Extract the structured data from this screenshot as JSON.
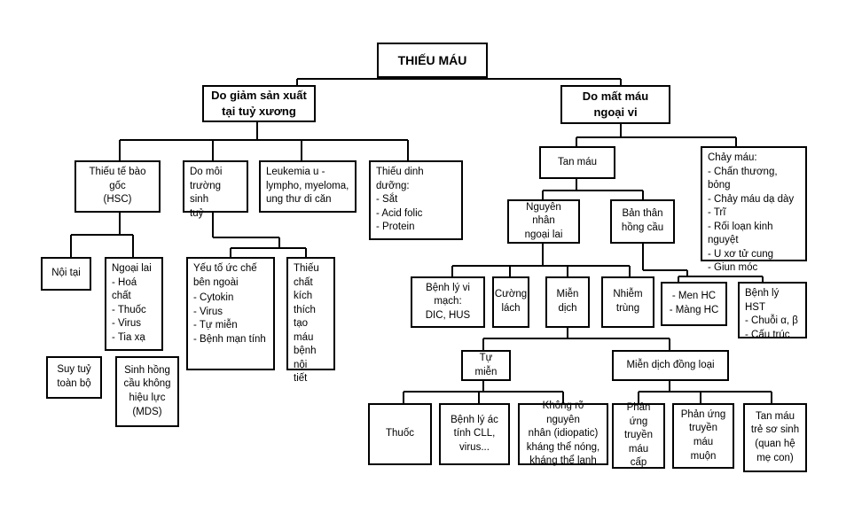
{
  "root": "THIẾU MÁU",
  "cause_production": "Do giảm sản xuất\ntại tuỷ xương",
  "cause_loss": "Do mất máu\nngoại vi",
  "hsc": "Thiếu tế bào gốc\n(HSC)",
  "marrow_env": "Do môi\ntrường sinh\ntuỷ",
  "leukemia": "Leukemia u -\nlympho, myeloma,\nung thư di căn",
  "nutrition": {
    "title": "Thiếu dinh dưỡng:",
    "items": [
      "Sắt",
      "Acid folic",
      "Protein"
    ]
  },
  "intrinsic": "Nội tại",
  "extrinsic": {
    "title": "Ngoại lai",
    "items": [
      "Hoá chất",
      "Thuốc",
      "Virus",
      "Tia xạ"
    ]
  },
  "aplasia": "Suy tuỷ\ntoàn bộ",
  "mds": "Sinh hồng\ncầu không\nhiệu lực\n(MDS)",
  "inhibitors": {
    "title": "Yếu tố ức chế\nbên ngoài",
    "items": [
      "Cytokin",
      "Virus",
      "Tự miễn",
      "Bệnh mạn tính"
    ]
  },
  "hormone": "Thiếu\nchất kích\nthích tạo\nmáu\nbệnh nội\ntiết",
  "hemolysis": "Tan máu",
  "bleeding": {
    "title": "Chảy máu:",
    "items": [
      "Chấn thương, bỏng",
      "Chảy máu dạ dày",
      "Trĩ",
      "Rối loạn kinh nguyệt",
      "U xơ tử cung",
      "Giun móc"
    ]
  },
  "external_cause": "Nguyên nhân\nngoại lai",
  "rbc_itself": "Bản thân\nhồng cầu",
  "microvascular": "Bệnh lý vi\nmạch:\nDIC, HUS",
  "hypersplenism": "Cường\nlách",
  "immune": "Miễn\ndịch",
  "infection": "Nhiễm\ntrùng",
  "membrane_enzyme": {
    "items": [
      "Men HC",
      "Màng HC"
    ]
  },
  "hemoglobin": {
    "title": "Bệnh lý HST",
    "items": [
      "Chuỗi α, β",
      "Cấu trúc"
    ]
  },
  "autoimmune": "Tự miễn",
  "alloimmune": "Miễn dịch đồng loại",
  "drugs": "Thuốc",
  "malignant": "Bệnh lý ác\ntính CLL,\nvirus...",
  "idiopathic": "Không rõ nguyên\nnhân (idiopatic)\nkháng thể nóng,\nkháng thể lạnh",
  "acute_transfusion": "Phản\nứng\ntruyền\nmáu cấp",
  "delayed_transfusion": "Phản ứng\ntruyền\nmáu muộn",
  "hdn": "Tan máu\ntrẻ sơ sinh\n(quan hệ\nmẹ con)"
}
